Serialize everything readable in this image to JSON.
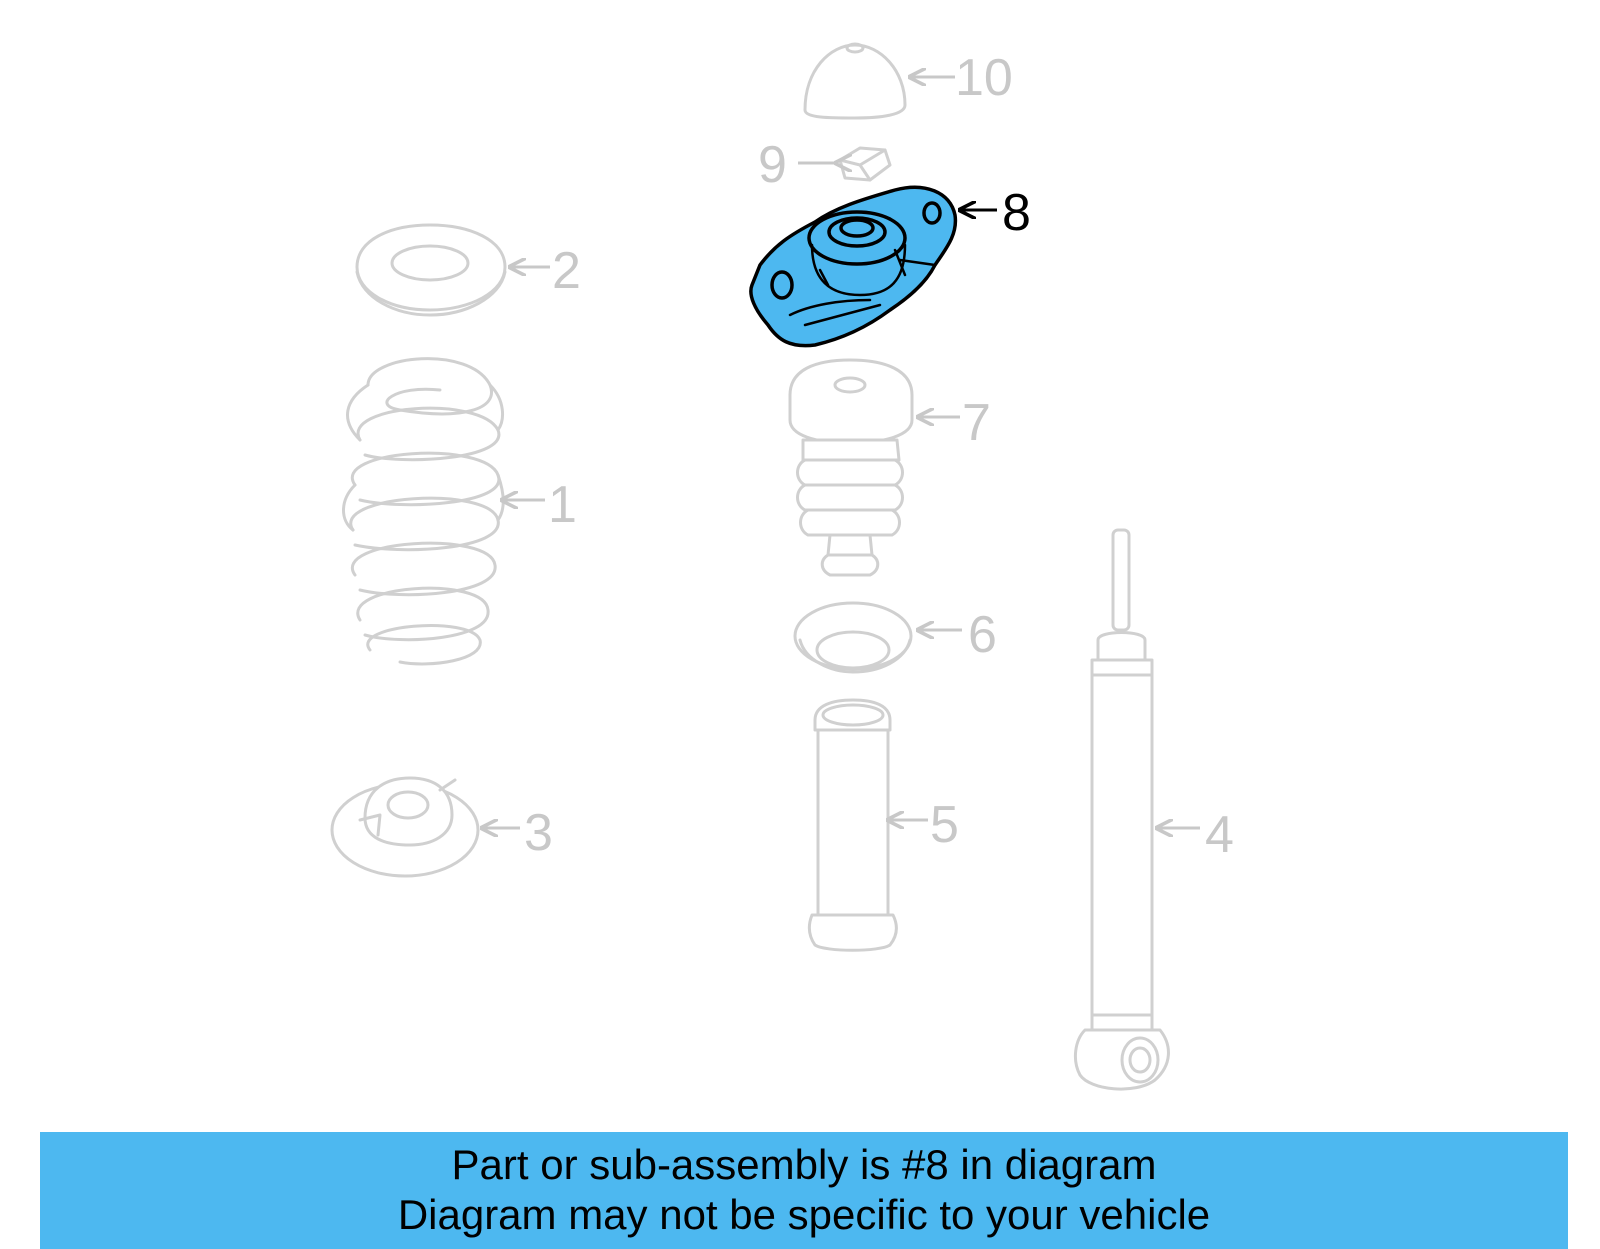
{
  "diagram": {
    "highlighted_part": "8",
    "callouts": [
      "1",
      "2",
      "3",
      "4",
      "5",
      "6",
      "7",
      "8",
      "9",
      "10"
    ]
  },
  "banner": {
    "line1": "Part or sub-assembly is #8 in diagram",
    "line2": "Diagram may not be specific to your vehicle",
    "color": "#4db8f0"
  },
  "colors": {
    "highlight": "#4db8f0",
    "ghost_parts": "#d0d0d0"
  }
}
